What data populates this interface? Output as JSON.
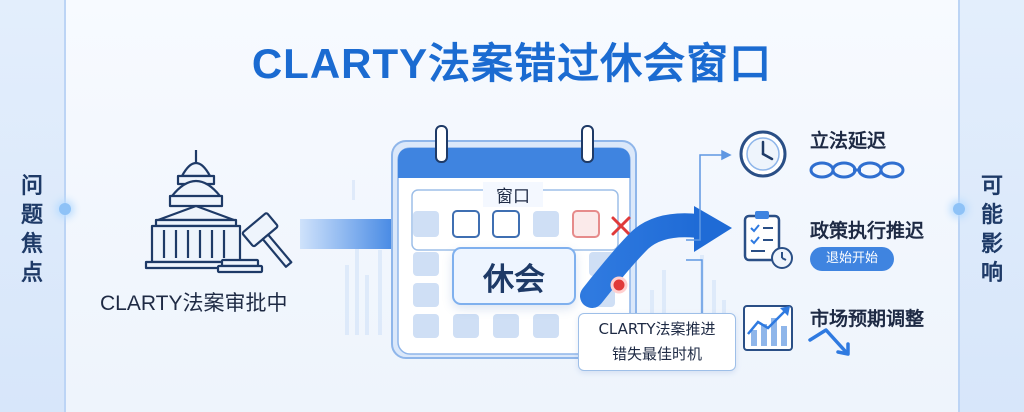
{
  "title": "CLARTY法案错过休会窗口",
  "left_panel": {
    "label": "问题焦点",
    "icon": "question-location-icon"
  },
  "right_panel": {
    "label": "可能影响",
    "icon": "trend-chart-icon"
  },
  "bill_status": "CLARTY法案审批中",
  "calendar": {
    "window_label": "窗口",
    "recess_label": "休会"
  },
  "callout": {
    "line1": "CLARTY法案推进",
    "line2": "错失最佳时机"
  },
  "impacts": [
    {
      "title": "立法延迟",
      "icon": "clock-icon"
    },
    {
      "title": "政策执行推迟",
      "icon": "checklist-clock-icon",
      "tag": "退始开始"
    },
    {
      "title": "市场预期调整",
      "icon": "market-chart-icon"
    }
  ],
  "colors": {
    "accent": "#1b6bd1",
    "arrow": "#2f7ae0",
    "alert": "#e03a3a"
  }
}
